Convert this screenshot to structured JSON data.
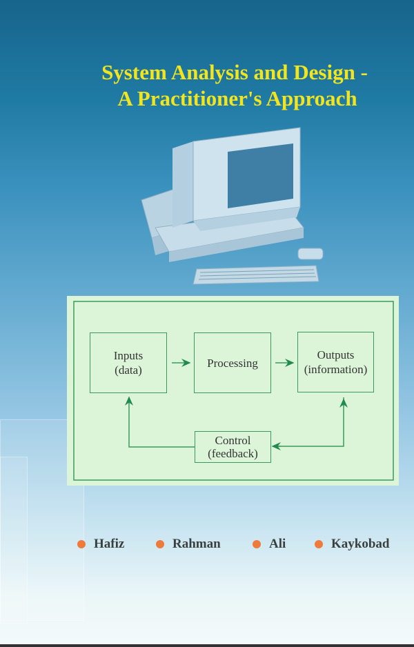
{
  "cover": {
    "title_line1": "System Analysis and Design -",
    "title_line2": "A Practitioner's Approach",
    "illustration": "computer-illustration",
    "colors": {
      "title": "#f2e51e",
      "diagram_line": "#3a9a5a",
      "author_dot": "#ee7a3c",
      "panel": "#dcf5d8"
    }
  },
  "diagram": {
    "inputs": {
      "line1": "Inputs",
      "line2": "(data)"
    },
    "processing": {
      "line1": "Processing"
    },
    "outputs": {
      "line1": "Outputs",
      "line2": "(information)"
    },
    "control": {
      "line1": "Control",
      "line2": "(feedback)"
    }
  },
  "authors": [
    "Hafiz",
    "Rahman",
    "Ali",
    "Kaykobad"
  ]
}
